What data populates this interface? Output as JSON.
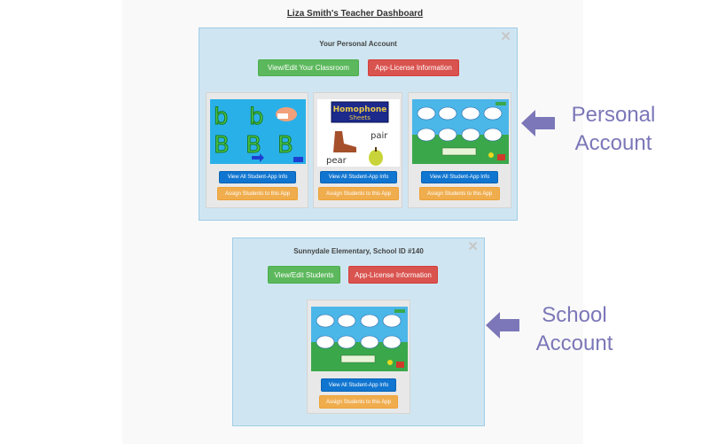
{
  "page_title": "Liza Smith's Teacher Dashboard",
  "personal_panel": {
    "title": "Your Personal Account",
    "close_glyph": "✕",
    "classroom_button": "View/Edit Your Classroom",
    "license_button": "App-License Information",
    "cards": [
      {
        "thumbnail": "letter-b-thumbnail",
        "view_button": "View All Student-App Info",
        "assign_button": "Assign Students to this App"
      },
      {
        "thumbnail": "homophone-sheets-thumbnail",
        "thumb_title": "Homophone",
        "thumb_subtitle": "Sheets",
        "thumb_word1": "pair",
        "thumb_word2": "pear",
        "view_button": "View All Student-App Info",
        "assign_button": "Assign Students to this App"
      },
      {
        "thumbnail": "cloud-game-thumbnail",
        "view_button": "View All Student-App Info",
        "assign_button": "Assign Students to this App"
      }
    ]
  },
  "school_panel": {
    "title": "Sunnydale Elementary, School ID #140",
    "close_glyph": "✕",
    "students_button": "View/Edit Students",
    "license_button": "App-License Information",
    "card": {
      "thumbnail": "cloud-game-thumbnail",
      "view_button": "View All Student-App Info",
      "assign_button": "Assign Students to this App"
    }
  },
  "callouts": {
    "personal_line1": "Personal",
    "personal_line2": "Account",
    "school_line1": "School",
    "school_line2": "Account"
  },
  "colors": {
    "panel_bg": "#cfe6f2",
    "green": "#5cb85c",
    "red": "#d9534f",
    "blue": "#0f75d0",
    "orange": "#f0ad4e",
    "callout": "#7b77b8"
  }
}
